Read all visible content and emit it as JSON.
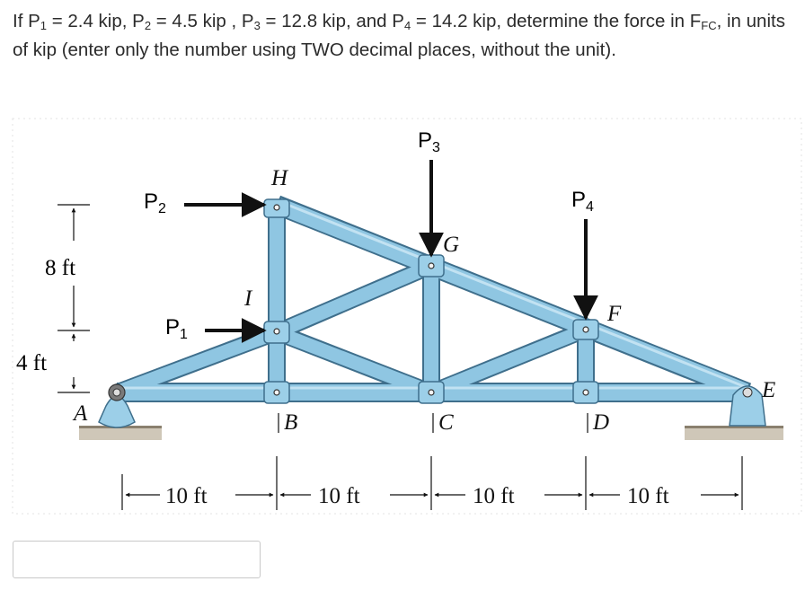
{
  "question": {
    "intro": "If P",
    "p1_sub": "1",
    "p1_val": " = 2.4 kip, P",
    "p2_sub": "2",
    "p2_val": " = 4.5 kip , P",
    "p3_sub": "3",
    "p3_val": " = 12.8 kip, and P",
    "p4_sub": "4",
    "p4_val": " = 14.2 kip, determine the force in F",
    "member_sub": "FC",
    "tail": ", in units of kip (enter only the number using TWO decimal places, without the unit)."
  },
  "figure": {
    "loads": {
      "P1": "P",
      "P1_sub": "1",
      "P2": "P",
      "P2_sub": "2",
      "P3": "P",
      "P3_sub": "3",
      "P4": "P",
      "P4_sub": "4"
    },
    "joints": {
      "A": "A",
      "B": "B",
      "C": "C",
      "D": "D",
      "E": "E",
      "F": "F",
      "G": "G",
      "H": "H",
      "I": "I"
    },
    "dims": {
      "h8": "8 ft",
      "h4": "4 ft",
      "s1": "10 ft",
      "s2": "10 ft",
      "s3": "10 ft",
      "s4": "10 ft"
    },
    "colors": {
      "member_fill": "#8fc6e2",
      "member_edge": "#3f6f8c",
      "ground": "#b5ab9a"
    }
  },
  "answer": {
    "value": ""
  }
}
